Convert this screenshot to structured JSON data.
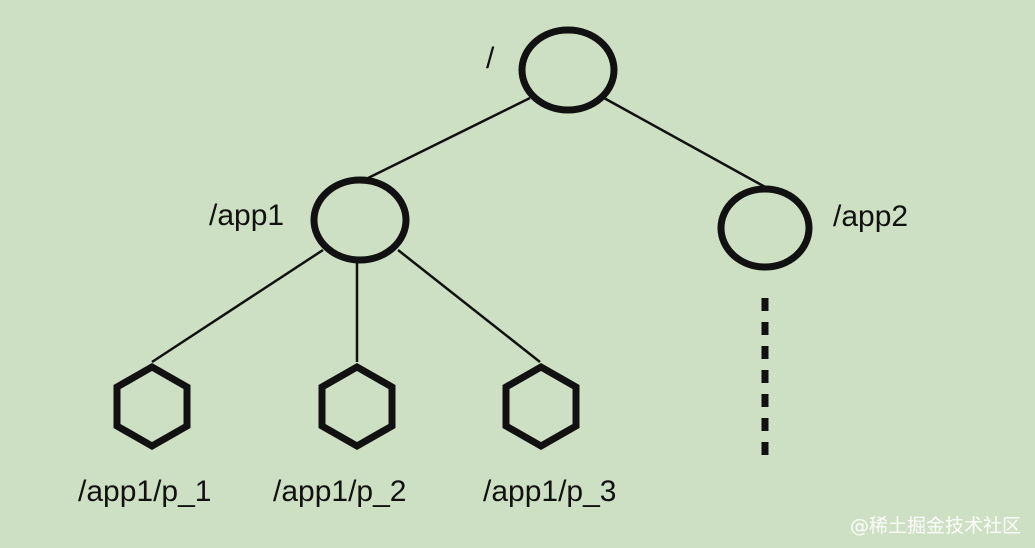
{
  "diagram": {
    "nodes": [
      {
        "id": "root",
        "label": "/",
        "shape": "circle"
      },
      {
        "id": "app1",
        "label": "/app1",
        "shape": "circle"
      },
      {
        "id": "app2",
        "label": "/app2",
        "shape": "circle"
      },
      {
        "id": "p1",
        "label": "/app1/p_1",
        "shape": "hexagon"
      },
      {
        "id": "p2",
        "label": "/app1/p_2",
        "shape": "hexagon"
      },
      {
        "id": "p3",
        "label": "/app1/p_3",
        "shape": "hexagon"
      }
    ],
    "edges": [
      [
        "root",
        "app1"
      ],
      [
        "root",
        "app2"
      ],
      [
        "app1",
        "p1"
      ],
      [
        "app1",
        "p2"
      ],
      [
        "app1",
        "p3"
      ]
    ],
    "continuation": "app2-children-omitted"
  },
  "watermark": "@稀土掘金技术社区",
  "colors": {
    "background": "#cde0c3",
    "stroke": "#111111",
    "node_fill": "#cde0c3",
    "text": "#111111",
    "watermark": "#ffffff"
  }
}
